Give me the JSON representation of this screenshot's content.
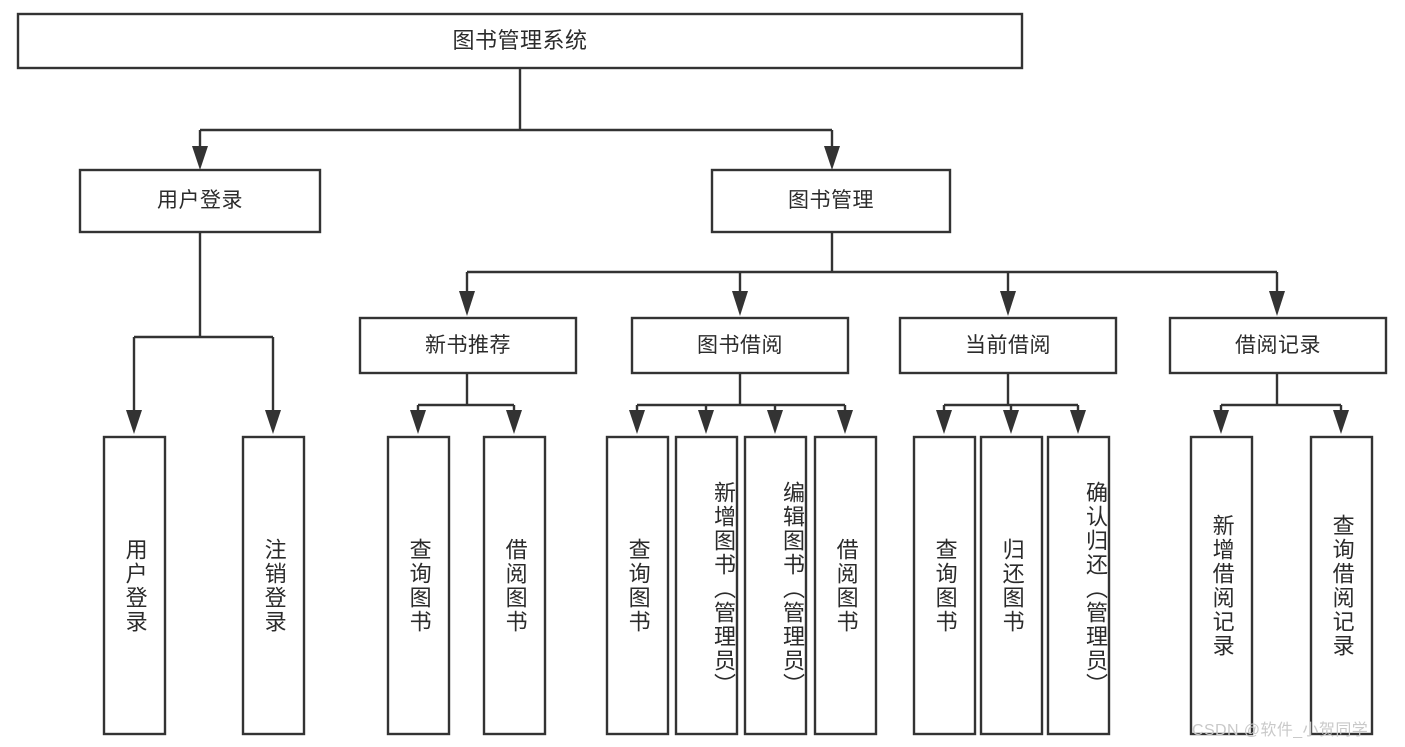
{
  "diagram": {
    "title": "图书管理系统",
    "type": "hierarchy-tree",
    "colors": {
      "background": "#ffffff",
      "box_fill": "#ffffff",
      "box_stroke": "#333333",
      "text": "#2b2b2b",
      "watermark": "#c9c9c9"
    },
    "root": {
      "label": "图书管理系统"
    },
    "level2": [
      {
        "label": "用户登录"
      },
      {
        "label": "图书管理"
      }
    ],
    "level3": [
      {
        "label": "新书推荐"
      },
      {
        "label": "图书借阅"
      },
      {
        "label": "当前借阅"
      },
      {
        "label": "借阅记录"
      }
    ],
    "leaves": {
      "user_login": [
        {
          "label": "用户登录"
        },
        {
          "label": "注销登录"
        }
      ],
      "new_book_recommend": [
        {
          "label": "查询图书"
        },
        {
          "label": "借阅图书"
        }
      ],
      "book_borrow": [
        {
          "label": "查询图书"
        },
        {
          "label": "新增图书（管理员）"
        },
        {
          "label": "编辑图书（管理员）"
        },
        {
          "label": "借阅图书"
        }
      ],
      "current_borrow": [
        {
          "label": "查询图书"
        },
        {
          "label": "归还图书"
        },
        {
          "label": "确认归还（管理员）"
        }
      ],
      "borrow_records": [
        {
          "label": "新增借阅记录"
        },
        {
          "label": "查询借阅记录"
        }
      ]
    },
    "watermark": "CSDN @软件_小贺同学"
  }
}
